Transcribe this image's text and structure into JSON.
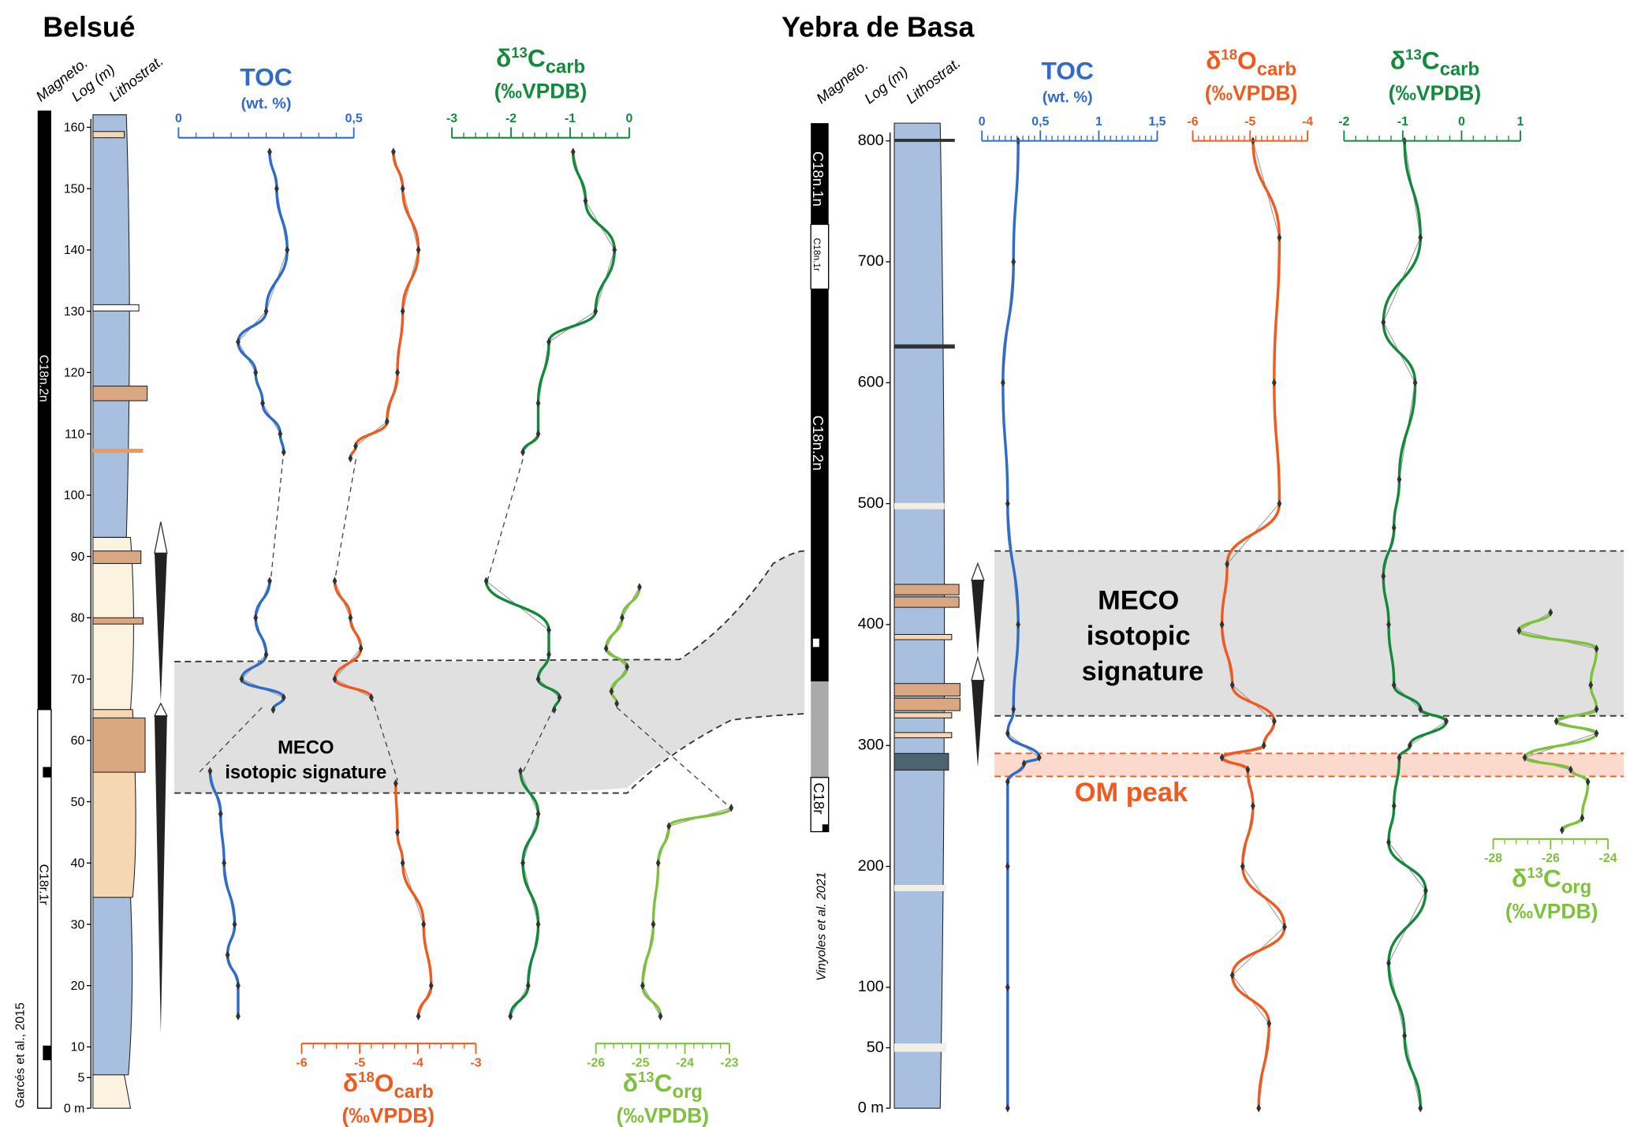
{
  "chart_data": [
    {
      "id": "belsue",
      "type": "line",
      "title": "Belsué",
      "column_headers": [
        "Magneto.",
        "Log (m)",
        "Lithostrat."
      ],
      "depth_axis": {
        "label": "Log (m)",
        "range": [
          0,
          160
        ],
        "ticks": [
          "0 m",
          "5",
          "10",
          "20",
          "30",
          "40",
          "50",
          "60",
          "70",
          "80",
          "90",
          "100",
          "110",
          "120",
          "130",
          "140",
          "150",
          "160"
        ],
        "tick_values": [
          0,
          5,
          10,
          20,
          30,
          40,
          50,
          60,
          70,
          80,
          90,
          100,
          110,
          120,
          130,
          140,
          150,
          160
        ]
      },
      "magnetozones": [
        "C18n.2n",
        "C18r.1r"
      ],
      "citation": "Garcés et al., 2015",
      "annotation": [
        "MECO",
        "isotopic signature"
      ],
      "series": [
        {
          "name": "TOC",
          "unit": "(wt. %)",
          "color": "#2f6cc9",
          "xlim": [
            0,
            0.5
          ],
          "ticks": [
            "0",
            "0,5"
          ],
          "tick_values": [
            0,
            0.5
          ],
          "segments": [
            [
              [
                156,
                0.26
              ],
              [
                150,
                0.28
              ],
              [
                140,
                0.31
              ],
              [
                130,
                0.25
              ],
              [
                125,
                0.17
              ],
              [
                120,
                0.22
              ],
              [
                115,
                0.24
              ],
              [
                110,
                0.29
              ],
              [
                107,
                0.3
              ]
            ],
            [
              [
                86,
                0.26
              ],
              [
                80,
                0.22
              ],
              [
                74,
                0.25
              ],
              [
                70,
                0.18
              ],
              [
                67,
                0.3
              ],
              [
                65,
                0.27
              ]
            ],
            [
              [
                55,
                0.09
              ],
              [
                48,
                0.12
              ],
              [
                40,
                0.13
              ],
              [
                30,
                0.16
              ],
              [
                25,
                0.14
              ],
              [
                20,
                0.17
              ],
              [
                15,
                0.17
              ]
            ]
          ]
        },
        {
          "name": "δ18Ocarb",
          "unit": "(‰VPDB)",
          "color": "#f05a1e",
          "xlim": [
            -6,
            -3
          ],
          "ticks": [
            "-6",
            "-5",
            "-4",
            "-3"
          ],
          "tick_values": [
            -6,
            -5,
            -4,
            -3
          ],
          "segments": [
            [
              [
                156,
                -4.42
              ],
              [
                150,
                -4.26
              ],
              [
                140,
                -3.99
              ],
              [
                130,
                -4.26
              ],
              [
                120,
                -4.35
              ],
              [
                112,
                -4.53
              ],
              [
                108,
                -5.07
              ],
              [
                106,
                -5.16
              ]
            ],
            [
              [
                86,
                -5.43
              ],
              [
                80,
                -5.16
              ],
              [
                75,
                -4.98
              ],
              [
                70,
                -5.43
              ],
              [
                67,
                -4.8
              ]
            ],
            [
              [
                53,
                -4.38
              ],
              [
                45,
                -4.35
              ],
              [
                40,
                -4.26
              ],
              [
                30,
                -3.9
              ],
              [
                20,
                -3.77
              ],
              [
                15,
                -3.99
              ]
            ]
          ]
        },
        {
          "name": "δ13Ccarb",
          "unit": "(‰VPDB)",
          "color": "#138a3b",
          "xlim": [
            -3,
            0
          ],
          "ticks": [
            "-3",
            "-2",
            "-1",
            "0"
          ],
          "tick_values": [
            -3,
            -2,
            -1,
            0
          ],
          "segments": [
            [
              [
                156,
                -0.95
              ],
              [
                148,
                -0.74
              ],
              [
                140,
                -0.25
              ],
              [
                130,
                -0.57
              ],
              [
                125,
                -1.36
              ],
              [
                115,
                -1.54
              ],
              [
                110,
                -1.54
              ],
              [
                107,
                -1.8
              ]
            ],
            [
              [
                86,
                -2.42
              ],
              [
                78,
                -1.36
              ],
              [
                74,
                -1.36
              ],
              [
                70,
                -1.54
              ],
              [
                67,
                -1.18
              ],
              [
                65,
                -1.27
              ]
            ],
            [
              [
                55,
                -1.84
              ],
              [
                48,
                -1.54
              ],
              [
                40,
                -1.8
              ],
              [
                30,
                -1.54
              ],
              [
                20,
                -1.71
              ],
              [
                15,
                -2.01
              ]
            ]
          ]
        },
        {
          "name": "δ13Corg",
          "unit": "(‰VPDB)",
          "color": "#7cc23a",
          "xlim": [
            -26,
            -23
          ],
          "ticks": [
            "-26",
            "-25",
            "-24",
            "-23"
          ],
          "tick_values": [
            -26,
            -25,
            -24,
            -23
          ],
          "segments": [
            [
              [
                85,
                -25.02
              ],
              [
                80,
                -25.41
              ],
              [
                75,
                -25.77
              ],
              [
                72,
                -25.3
              ],
              [
                68,
                -25.65
              ],
              [
                66,
                -25.53
              ]
            ],
            [
              [
                49,
                -22.96
              ],
              [
                46,
                -24.36
              ],
              [
                40,
                -24.6
              ],
              [
                30,
                -24.71
              ],
              [
                20,
                -24.95
              ],
              [
                15,
                -24.55
              ]
            ]
          ]
        }
      ]
    },
    {
      "id": "yebra",
      "type": "line",
      "title": "Yebra de Basa",
      "column_headers": [
        "Magneto.",
        "Log (m)",
        "Lithostrat."
      ],
      "depth_axis": {
        "label": "Log (m)",
        "range": [
          0,
          800
        ],
        "ticks": [
          "0 m",
          "50",
          "100",
          "200",
          "300",
          "400",
          "500",
          "600",
          "700",
          "800"
        ],
        "tick_values": [
          0,
          50,
          100,
          200,
          300,
          400,
          500,
          600,
          700,
          800
        ]
      },
      "magnetozones": [
        "C18n.1n",
        "C18n.1r",
        "C18n.2n",
        "C18r"
      ],
      "citation": "Vinyoles et al. 2021",
      "annotation": [
        "MECO",
        "isotopic",
        "signature"
      ],
      "om_label": "OM peak",
      "series": [
        {
          "name": "TOC",
          "unit": "(wt. %)",
          "color": "#2f6cc9",
          "xlim": [
            0,
            1.5
          ],
          "ticks": [
            "0",
            "0,5",
            "1",
            "1,5"
          ],
          "tick_values": [
            0,
            0.5,
            1,
            1.5
          ],
          "segments": [
            [
              [
                800,
                0.31
              ],
              [
                700,
                0.27
              ],
              [
                600,
                0.18
              ],
              [
                500,
                0.22
              ],
              [
                400,
                0.31
              ],
              [
                330,
                0.27
              ],
              [
                310,
                0.22
              ],
              [
                290,
                0.49
              ],
              [
                285,
                0.36
              ],
              [
                270,
                0.22
              ],
              [
                200,
                0.22
              ],
              [
                100,
                0.22
              ],
              [
                0,
                0.22
              ]
            ]
          ]
        },
        {
          "name": "δ18Ocarb",
          "unit": "(‰VPDB)",
          "color": "#f05a1e",
          "xlim": [
            -6,
            -4
          ],
          "ticks": [
            "-6",
            "-5",
            "-4"
          ],
          "tick_values": [
            -6,
            -5,
            -4
          ],
          "segments": [
            [
              [
                800,
                -4.95
              ],
              [
                720,
                -4.49
              ],
              [
                600,
                -4.58
              ],
              [
                500,
                -4.49
              ],
              [
                450,
                -5.4
              ],
              [
                400,
                -5.49
              ],
              [
                350,
                -5.31
              ],
              [
                320,
                -4.58
              ],
              [
                300,
                -4.76
              ],
              [
                290,
                -5.49
              ],
              [
                280,
                -5.04
              ],
              [
                250,
                -4.95
              ],
              [
                200,
                -5.13
              ],
              [
                150,
                -4.4
              ],
              [
                110,
                -5.31
              ],
              [
                70,
                -4.67
              ],
              [
                0,
                -4.85
              ]
            ]
          ]
        },
        {
          "name": "δ13Ccarb",
          "unit": "(‰VPDB)",
          "color": "#138a3b",
          "xlim": [
            -2,
            1
          ],
          "ticks": [
            "-2",
            "-1",
            "0",
            "1"
          ],
          "tick_values": [
            -2,
            -1,
            0,
            1
          ],
          "segments": [
            [
              [
                800,
                -0.97
              ],
              [
                720,
                -0.7
              ],
              [
                650,
                -1.33
              ],
              [
                600,
                -0.79
              ],
              [
                520,
                -1.06
              ],
              [
                480,
                -1.15
              ],
              [
                440,
                -1.33
              ],
              [
                400,
                -1.24
              ],
              [
                350,
                -1.15
              ],
              [
                330,
                -0.7
              ],
              [
                320,
                -0.26
              ],
              [
                300,
                -0.88
              ],
              [
                290,
                -1.06
              ],
              [
                250,
                -1.15
              ],
              [
                220,
                -1.24
              ],
              [
                180,
                -0.61
              ],
              [
                120,
                -1.24
              ],
              [
                60,
                -0.97
              ],
              [
                0,
                -0.7
              ]
            ]
          ]
        },
        {
          "name": "δ13Corg",
          "unit": "(‰VPDB)",
          "color": "#7cc23a",
          "xlim": [
            -28,
            -24
          ],
          "ticks": [
            "-28",
            "-26",
            "-24"
          ],
          "tick_values": [
            -28,
            -26,
            -24
          ],
          "segments": [
            [
              [
                410,
                -26
              ],
              [
                395,
                -27.1
              ],
              [
                380,
                -24.4
              ],
              [
                350,
                -24.6
              ],
              [
                330,
                -24.4
              ],
              [
                320,
                -25.8
              ],
              [
                310,
                -24.4
              ],
              [
                290,
                -26.9
              ],
              [
                280,
                -25.3
              ],
              [
                270,
                -24.7
              ],
              [
                240,
                -24.9
              ],
              [
                230,
                -25.6
              ]
            ]
          ]
        }
      ]
    }
  ]
}
